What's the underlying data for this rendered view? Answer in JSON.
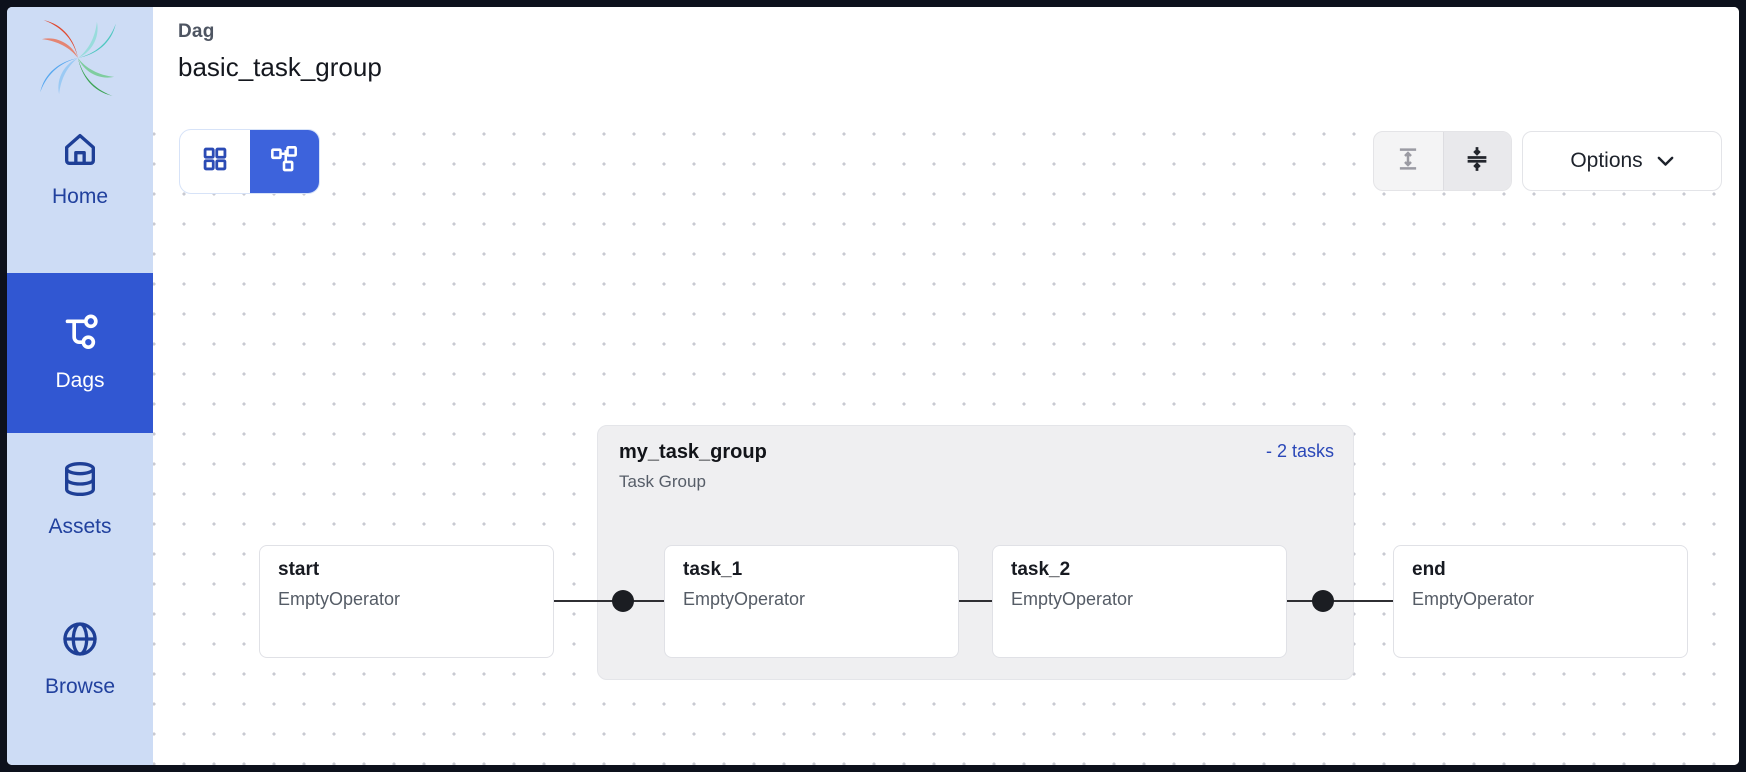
{
  "header": {
    "eyebrow": "Dag",
    "title": "basic_task_group"
  },
  "sidebar": {
    "logo": "airflow-pinwheel",
    "items": [
      {
        "label": "Home",
        "icon": "home-icon",
        "active": false
      },
      {
        "label": "Dags",
        "icon": "dags-icon",
        "active": true
      },
      {
        "label": "Assets",
        "icon": "assets-icon",
        "active": false
      },
      {
        "label": "Browse",
        "icon": "browse-icon",
        "active": false
      }
    ]
  },
  "toolbar": {
    "view_toggle": [
      {
        "name": "grid-view",
        "selected": false
      },
      {
        "name": "graph-view",
        "selected": true
      }
    ],
    "density": [
      {
        "name": "expand-vertical",
        "enabled": false
      },
      {
        "name": "collapse-vertical",
        "enabled": true
      }
    ],
    "options_label": "Options"
  },
  "graph": {
    "task_group": {
      "title": "my_task_group",
      "subtitle": "Task Group",
      "badge": "- 2 tasks"
    },
    "nodes": [
      {
        "id": "start",
        "label": "start",
        "operator": "EmptyOperator"
      },
      {
        "id": "task_1",
        "label": "task_1",
        "operator": "EmptyOperator"
      },
      {
        "id": "task_2",
        "label": "task_2",
        "operator": "EmptyOperator"
      },
      {
        "id": "end",
        "label": "end",
        "operator": "EmptyOperator"
      }
    ],
    "edges": [
      {
        "from": "start",
        "to": "task_1"
      },
      {
        "from": "task_1",
        "to": "task_2"
      },
      {
        "from": "task_2",
        "to": "end"
      }
    ]
  },
  "colors": {
    "sidebar_bg": "#cddcf5",
    "sidebar_active": "#3157d2",
    "sidebar_text": "#21419e",
    "toggle_selected": "#3d63dc",
    "task_group_bg": "#efeff1",
    "badge_link": "#2a47b8",
    "frame": "#0d111c"
  }
}
